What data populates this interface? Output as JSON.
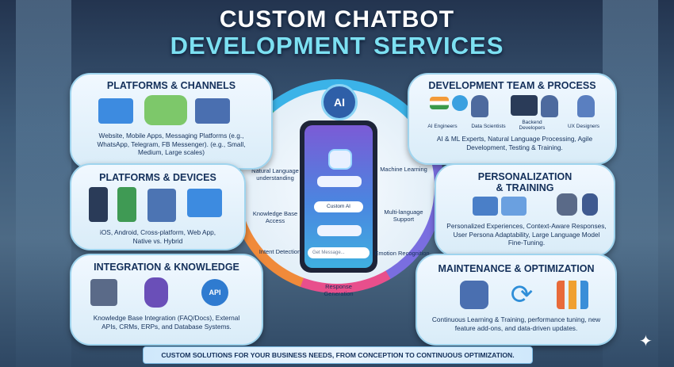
{
  "header": {
    "line1": "CUSTOM CHATBOT",
    "line2": "DEVELOPMENT SERVICES"
  },
  "panels": {
    "platforms_channels": {
      "title": "PLATFORMS & CHANNELS",
      "text": "Website, Mobile Apps, Messaging Platforms (e.g., WhatsApp, Telegram, FB Messenger). (e.g., Small, Medium, Large scales)"
    },
    "platforms_devices": {
      "title": "PLATFORMS & DEVICES",
      "text": "iOS, Android, Cross-platform, Web App, Native vs. Hybrid"
    },
    "integration": {
      "title": "INTEGRATION & KNOWLEDGE",
      "text": "Knowledge Base Integration (FAQ/Docs), External APIs, CRMs, ERPs, and Database Systems.",
      "api_label": "API"
    },
    "dev_team": {
      "title": "DEVELOPMENT TEAM & PROCESS",
      "roles": [
        "AI Engineers",
        "Data Scientists",
        "Backend Developers",
        "UX Designers"
      ],
      "text": "AI & ML Experts, Natural Language Processing, Agile Development, Testing & Training."
    },
    "personalization": {
      "title_line1": "PERSONALIZATION",
      "title_line2": "& TRAINING",
      "text": "Personalized Experiences, Context-Aware Responses, User Persona Adaptability, Large Language Model Fine-Tuning."
    },
    "maintenance": {
      "title": "MAINTENANCE & OPTIMIZATION",
      "text": "Continuous Learning & Training, performance tuning, new feature add-ons, and data-driven updates."
    }
  },
  "center": {
    "ai_badge": "AI",
    "features": [
      "Natural Language understanding",
      "Knowledge Base Access",
      "Intent Detection",
      "Response Generation",
      "Machine Learning",
      "Multi-language Support",
      "Emotion Recognition"
    ],
    "phone_chip": "Custom AI",
    "phone_input_placeholder": "Get Message..."
  },
  "footer": {
    "banner": "CUSTOM SOLUTIONS FOR YOUR BUSINESS NEEDS, FROM CONCEPTION TO CONTINUOUS OPTIMIZATION."
  },
  "colors": {
    "navy": "#14305a",
    "cyan": "#7ce0f2",
    "panel_border": "#9fd4ee"
  }
}
